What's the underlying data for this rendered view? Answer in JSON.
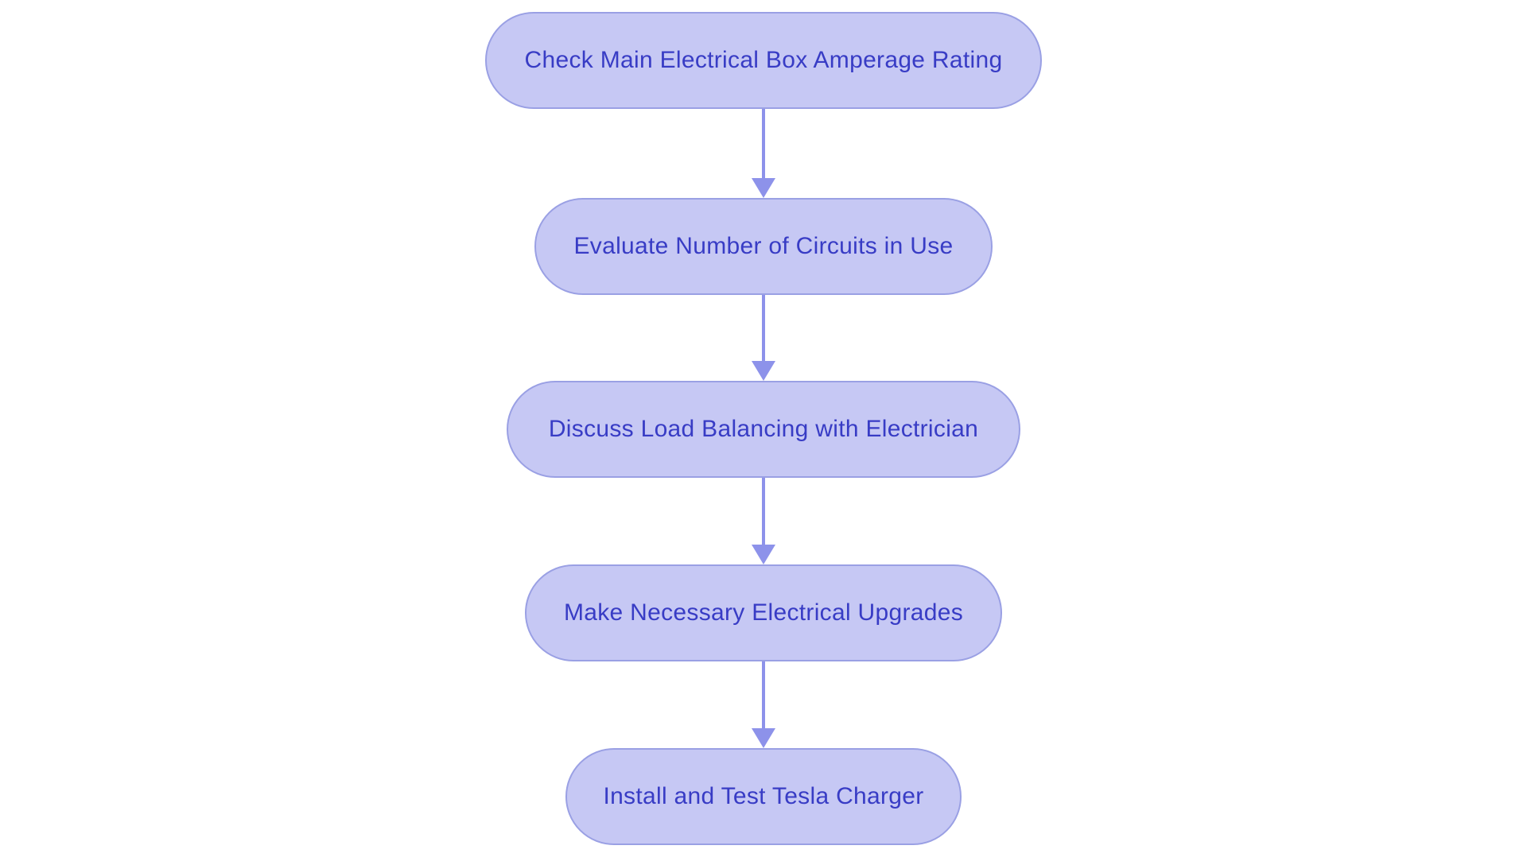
{
  "flowchart": {
    "type": "vertical-process-flow",
    "nodes": [
      {
        "label": "Check Main Electrical Box Amperage Rating"
      },
      {
        "label": "Evaluate Number of Circuits in Use"
      },
      {
        "label": "Discuss Load Balancing with Electrician"
      },
      {
        "label": "Make Necessary Electrical Upgrades"
      },
      {
        "label": "Install and Test Tesla Charger"
      }
    ],
    "connectors": [
      {
        "from": 0,
        "to": 1,
        "direction": "down"
      },
      {
        "from": 1,
        "to": 2,
        "direction": "down"
      },
      {
        "from": 2,
        "to": 3,
        "direction": "down"
      },
      {
        "from": 3,
        "to": 4,
        "direction": "down"
      }
    ],
    "colors": {
      "background": "#ffffff",
      "node_fill": "#c6c8f4",
      "node_border": "#9aa0e4",
      "node_text": "#383cc5",
      "arrow": "#8d92ea"
    }
  }
}
